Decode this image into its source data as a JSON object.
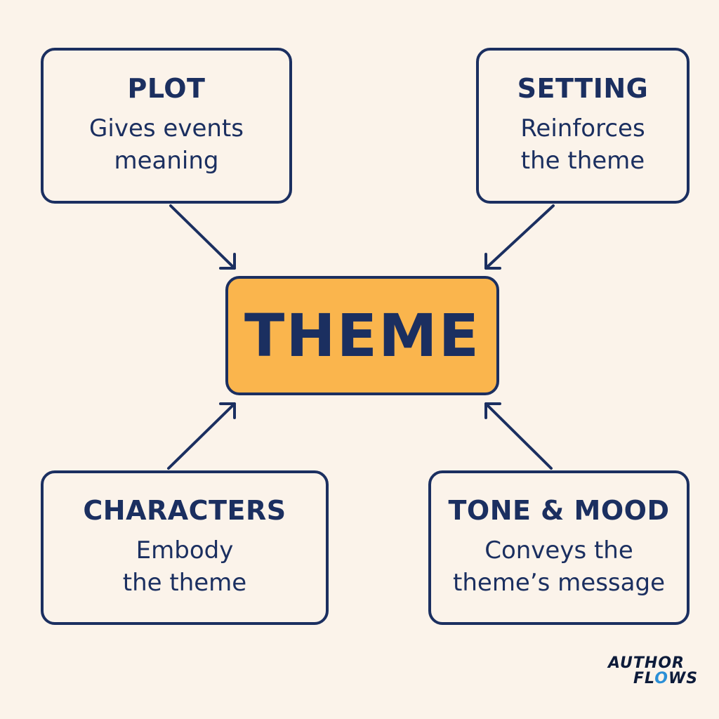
{
  "diagram": {
    "center": {
      "label": "THEME"
    },
    "nodes": [
      {
        "id": "plot",
        "title": "PLOT",
        "description": "Gives events\nmeaning"
      },
      {
        "id": "setting",
        "title": "SETTING",
        "description": "Reinforces\nthe theme"
      },
      {
        "id": "characters",
        "title": "CHARACTERS",
        "description": "Embody\nthe theme"
      },
      {
        "id": "tone",
        "title": "TONE & MOOD",
        "description": "Conveys the\ntheme’s message"
      }
    ],
    "colors": {
      "stroke": "#1b2f60",
      "center_fill": "#fab54d",
      "background": "#fbf3ea"
    }
  },
  "logo": {
    "line1_a": "AUTH",
    "line1_b": "OR",
    "line2_a": "FL",
    "line2_accent": "O",
    "line2_b": "WS"
  }
}
